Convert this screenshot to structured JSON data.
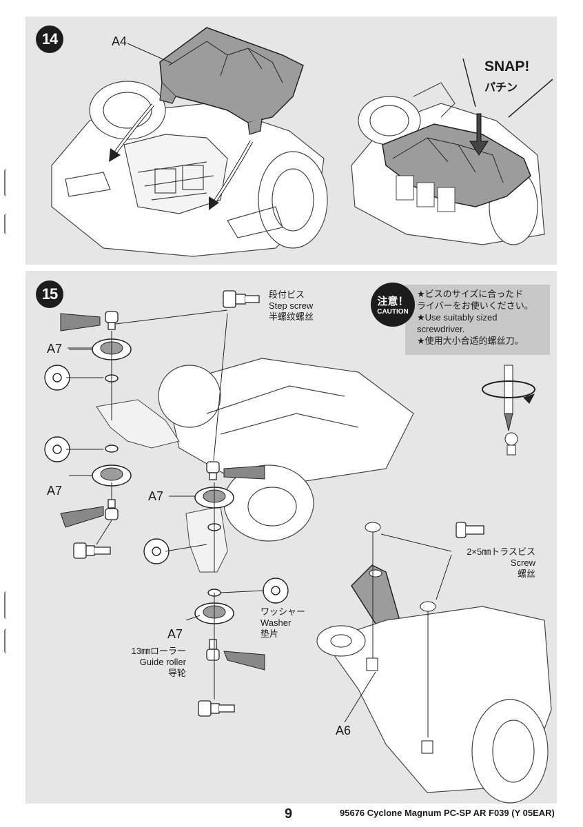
{
  "step14": {
    "number": "14",
    "part_label": "A4",
    "snap_en": "SNAP!",
    "snap_jp": "パチン"
  },
  "step15": {
    "number": "15",
    "a7_labels": [
      "A7",
      "A7",
      "A7",
      "A7"
    ],
    "a6_label": "A6",
    "step_screw": {
      "jp": "段付ビス",
      "en": "Step screw",
      "cn": "半螺纹螺丝"
    },
    "screw": {
      "jp": "2×5㎜トラスビス",
      "en": "Screw",
      "cn": "螺丝"
    },
    "washer": {
      "jp": "ワッシャー",
      "en": "Washer",
      "cn": "垫片"
    },
    "guide_roller": {
      "jp": "13㎜ローラー",
      "en": "Guide roller",
      "cn": "导轮"
    },
    "caution": {
      "badge_jp": "注意！",
      "badge_en": "CAUTION",
      "line_jp_1": "★ビスのサイズに合ったド",
      "line_jp_2": "ライバーをお使いください。",
      "line_en_1": "★Use suitably sized",
      "line_en_2": "screwdriver.",
      "line_cn": "★使用大小合适的螺丝刀。"
    }
  },
  "footer": {
    "page_number": "9",
    "product_code": "95676 Cyclone Magnum PC-SP AR F039 (Y 05EAR)"
  },
  "colors": {
    "panel": "#e6e6e6",
    "part_fill": "#9c9c9c",
    "badge": "#1c1c1c",
    "caution_box": "#c8c8c8"
  }
}
